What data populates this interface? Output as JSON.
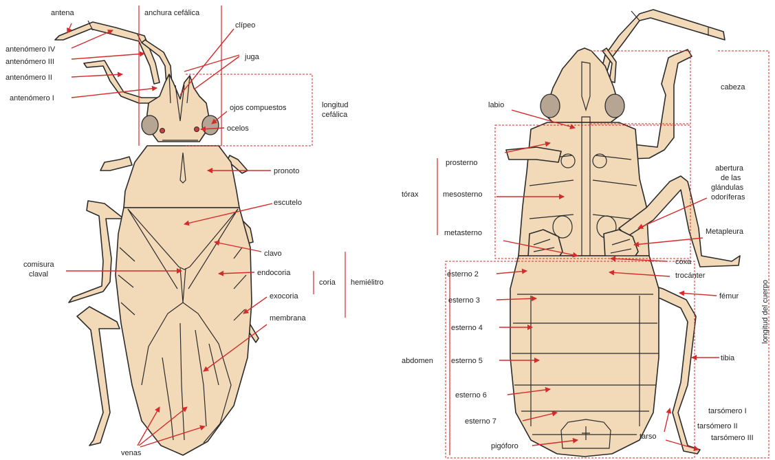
{
  "dorsal": {
    "antena": "antena",
    "anchura_cefalica": "anchura cefálica",
    "clipeo": "clípeo",
    "juga": "juga",
    "antenomero_iv": "antenómero IV",
    "antenomero_iii": "antenómero III",
    "antenomero_ii": "antenómero II",
    "antenomero_i": "antenómero I",
    "longitud_cefalica_1": "longitud",
    "longitud_cefalica_2": "cefálica",
    "ojos_compuestos": "ojos compuestos",
    "ocelos": "ocelos",
    "pronoto": "pronoto",
    "escutelo": "escutelo",
    "clavo": "clavo",
    "comisura_1": "comisura",
    "comisura_2": "claval",
    "endocoria": "endocoria",
    "coria": "coria",
    "hemielitro": "hemiélitro",
    "exocoria": "exocoria",
    "membrana": "membrana",
    "venas": "venas"
  },
  "ventral": {
    "cabeza": "cabeza",
    "labio": "labio",
    "prosterno": "prosterno",
    "torax": "tórax",
    "mesosterno": "mesosterno",
    "metasterno": "metasterno",
    "abertura_1": "abertura",
    "abertura_2": "de las",
    "abertura_3": "glándulas",
    "abertura_4": "odoríferas",
    "metapleura": "Metapleura",
    "coxa": "coxa",
    "trocanter": "trocánter",
    "femur": "fémur",
    "tibia": "tibia",
    "longitud_cuerpo": "longitud del cuerpo",
    "esterno2": "esterno 2",
    "esterno3": "esterno 3",
    "esterno4": "esterno 4",
    "abdomen": "abdomen",
    "esterno5": "esterno 5",
    "esterno6": "esterno 6",
    "esterno7": "esterno 7",
    "pigoforo": "pigóforo",
    "tarsomero_i": "tarsómero I",
    "tarsomero_ii": "tarsómero II",
    "tarsomero_iii": "tarsómero III",
    "tarso": "tarso"
  },
  "colors": {
    "body_fill": "#f2d9b8",
    "outline": "#2b2b2b",
    "eye_fill": "#b5a592",
    "pointer_red": "#d42b2b"
  }
}
